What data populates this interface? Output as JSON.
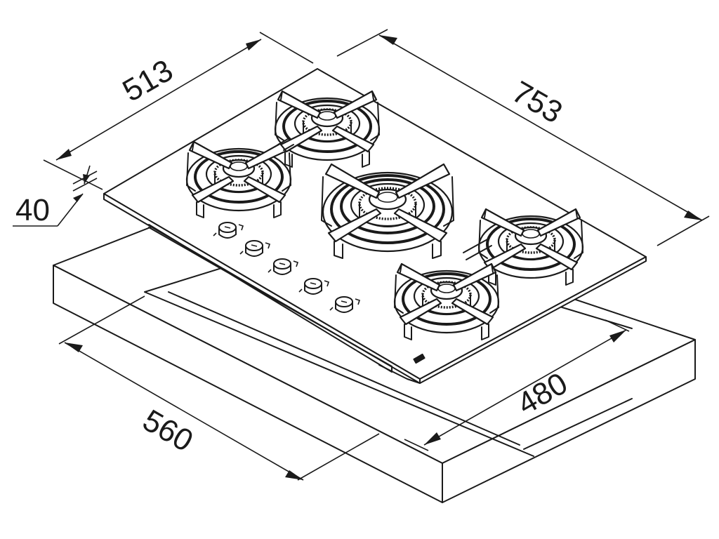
{
  "dimensions": {
    "depth": "513",
    "width": "753",
    "thickness": "40",
    "cutout_width": "560",
    "cutout_depth": "480"
  }
}
